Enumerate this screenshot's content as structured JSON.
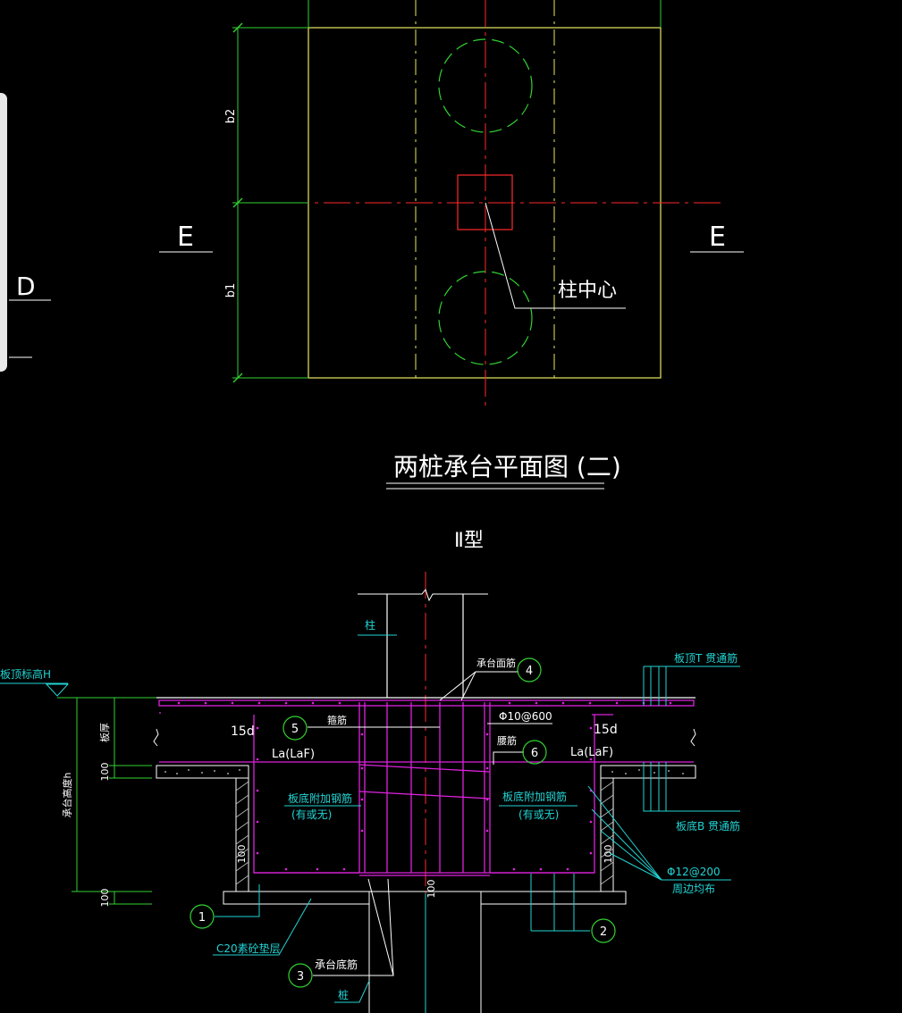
{
  "plan": {
    "section_mark_left": "E",
    "section_mark_right": "E",
    "section_mark_far_left": "D",
    "dim_b2": "b2",
    "dim_b1": "b1",
    "column_center_label": "柱中心",
    "title": "两桩承台平面图 (二)"
  },
  "section": {
    "type_label": "Ⅱ型",
    "column_label": "柱",
    "top_elevation_label": "板顶标高H",
    "board_thickness_label": "板厚",
    "cap_height_label": "承台高度h",
    "dim_100_a": "100",
    "dim_100_b": "100",
    "dim_100_c": "100",
    "dim_100_d": "100",
    "dim_100_e": "100",
    "hook_15d_left": "15d",
    "hook_15d_right": "15d",
    "anchor_left": "La(LaF)",
    "anchor_right": "La(LaF)",
    "stirrup_label": "箍筋",
    "waist_bar_label": "腰筋",
    "cap_top_bar_label": "承台面筋",
    "cap_bottom_bar_label": "承台底筋",
    "spec_phi10": "Φ10@600",
    "spec_phi12": "Φ12@200",
    "around_label": "周边均布",
    "add_bar_left": "板底附加钢筋",
    "add_bar_left_note": "(有或无)",
    "add_bar_right": "板底附加钢筋",
    "add_bar_right_note": "(有或无)",
    "board_top_bar": "板顶T 贯通筋",
    "board_bottom_bar": "板底B 贯通筋",
    "cushion_label": "C20素砼垫层",
    "pile_label": "桩",
    "markers": [
      "1",
      "2",
      "3",
      "4",
      "5",
      "6"
    ]
  },
  "colors": {
    "frame": "#e8e860",
    "axis": "#ff2a2a",
    "green": "#32d232",
    "white": "#ffffff",
    "cyan": "#22d3d3",
    "magenta": "#dd22dd"
  }
}
